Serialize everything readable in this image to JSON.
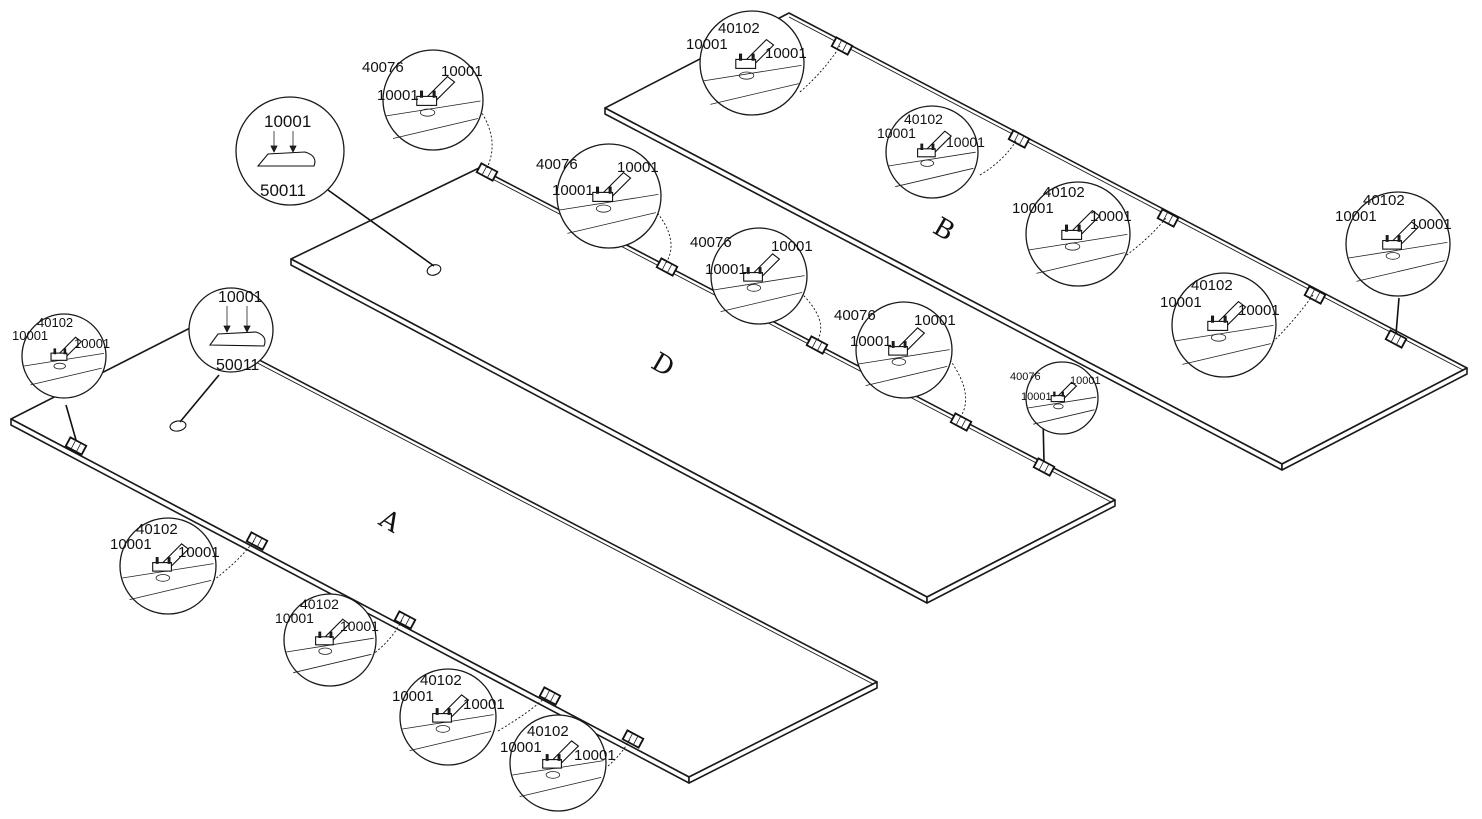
{
  "panels": [
    {
      "letter": "A"
    },
    {
      "letter": "D"
    },
    {
      "letter": "B"
    }
  ],
  "callouts": [
    {
      "id": "a-top-left",
      "type": "hinge",
      "codes": [
        "40102",
        "10001",
        "10001"
      ]
    },
    {
      "id": "a-handle",
      "type": "handle",
      "codes": [
        "10001",
        "50011"
      ]
    },
    {
      "id": "a-1",
      "type": "hinge",
      "codes": [
        "40102",
        "10001",
        "10001"
      ]
    },
    {
      "id": "a-2",
      "type": "hinge",
      "codes": [
        "40102",
        "10001",
        "10001"
      ]
    },
    {
      "id": "a-3",
      "type": "hinge",
      "codes": [
        "40102",
        "10001",
        "10001"
      ]
    },
    {
      "id": "a-4",
      "type": "hinge",
      "codes": [
        "40102",
        "10001",
        "10001"
      ]
    },
    {
      "id": "d-handle",
      "type": "handle",
      "codes": [
        "10001",
        "50011"
      ]
    },
    {
      "id": "d-top",
      "type": "hinge",
      "codes": [
        "40076",
        "10001",
        "10001"
      ]
    },
    {
      "id": "d-1",
      "type": "hinge",
      "codes": [
        "40076",
        "10001",
        "10001"
      ]
    },
    {
      "id": "d-2",
      "type": "hinge",
      "codes": [
        "40076",
        "10001",
        "10001"
      ]
    },
    {
      "id": "d-3",
      "type": "hinge",
      "codes": [
        "40076",
        "10001",
        "10001"
      ]
    },
    {
      "id": "d-4",
      "type": "hinge",
      "codes": [
        "40076",
        "10001",
        "10001"
      ]
    },
    {
      "id": "b-top",
      "type": "hinge",
      "codes": [
        "40102",
        "10001",
        "10001"
      ]
    },
    {
      "id": "b-1",
      "type": "hinge",
      "codes": [
        "40102",
        "10001",
        "10001"
      ]
    },
    {
      "id": "b-2",
      "type": "hinge",
      "codes": [
        "40102",
        "10001",
        "10001"
      ]
    },
    {
      "id": "b-3",
      "type": "hinge",
      "codes": [
        "40102",
        "10001",
        "10001"
      ]
    },
    {
      "id": "b-right",
      "type": "hinge",
      "codes": [
        "40102",
        "10001",
        "10001"
      ]
    }
  ]
}
